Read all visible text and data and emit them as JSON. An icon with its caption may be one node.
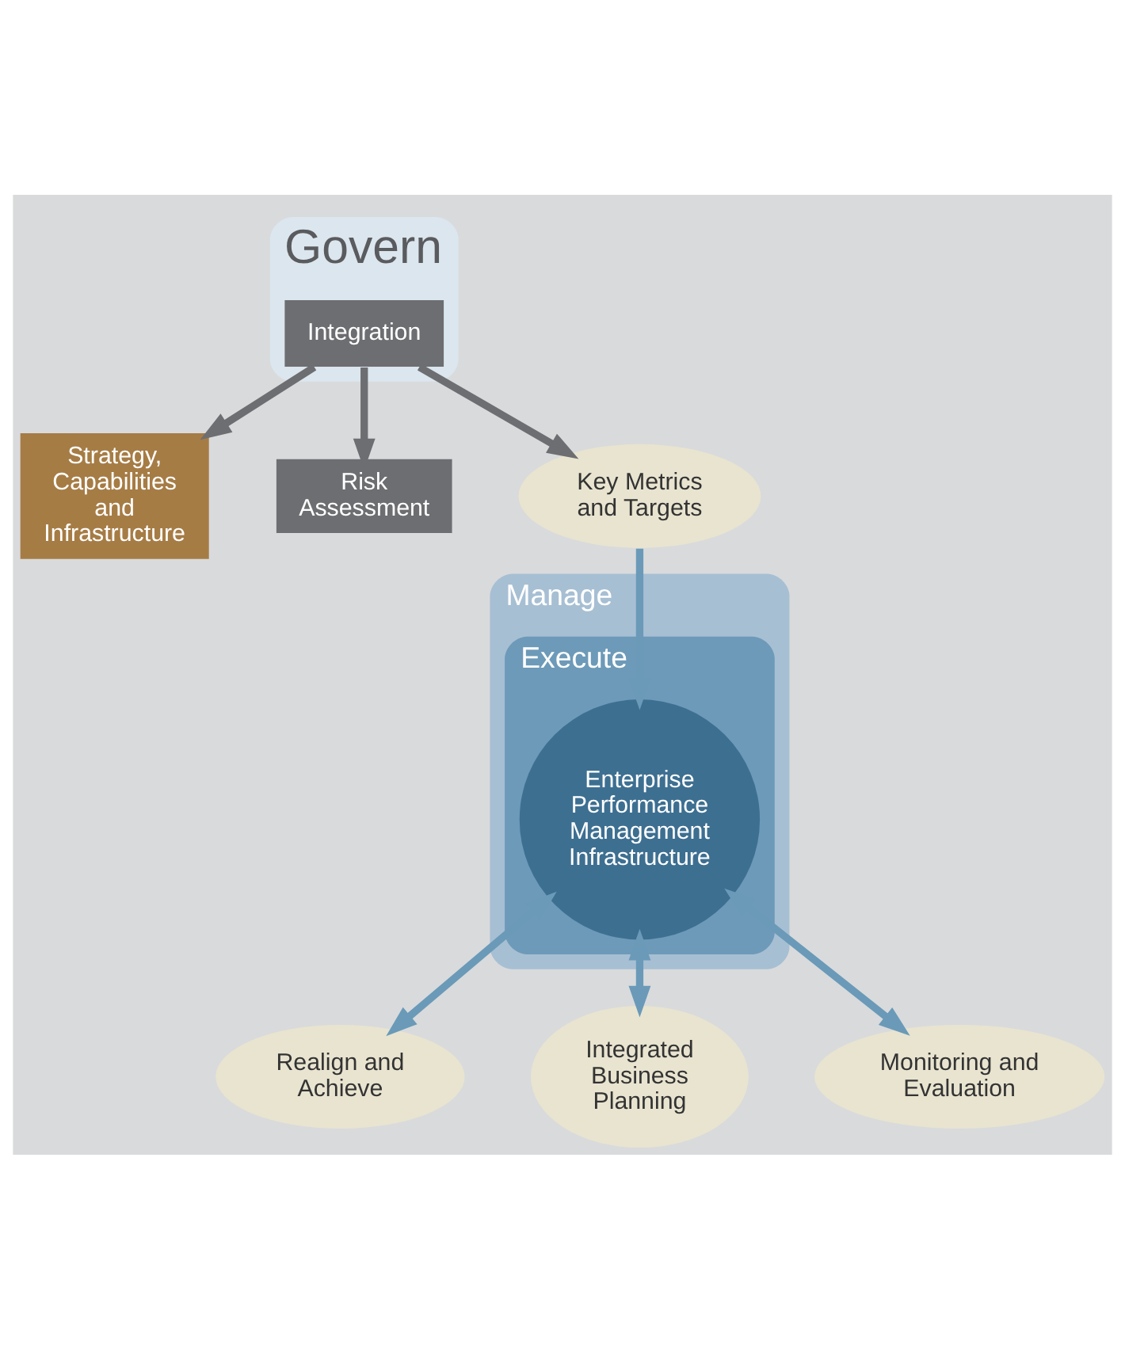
{
  "diagram": {
    "nodes": [
      {
        "text": [
          "Govern"
        ]
      },
      {
        "text": [
          "Strategy, Capabilities and Infrastructure"
        ]
      },
      {
        "text": [
          "Integration"
        ],
        "in": 0
      },
      {
        "text": [
          "Risk Assessment"
        ]
      },
      {
        "text": [
          "Key Metrics and Targets"
        ]
      },
      {
        "text": [
          "Manage"
        ]
      },
      {
        "text": [
          "Execute"
        ],
        "in": 5
      },
      {
        "text": [
          "Enterprise Performance Management Infrastructure"
        ],
        "in": 6
      },
      {
        "text": [
          "Realign and Achieve"
        ]
      },
      {
        "text": [
          "Integrated Business Planning"
        ]
      },
      {
        "text": [
          "Monitoring and Evaluation"
        ]
      }
    ],
    "edges": [
      {
        "from": 2,
        "to": 1,
        "arrow": "to",
        "color": "#6d6e71"
      },
      {
        "from": 2,
        "to": 3,
        "arrow": "to",
        "color": "#6d6e71"
      },
      {
        "from": 2,
        "to": 4,
        "arrow": "to",
        "color": "#6d6e71"
      },
      {
        "from": 4,
        "to": 7,
        "arrow": "to"
      },
      {
        "from": 7,
        "to": 8,
        "arrow": "both"
      },
      {
        "from": 7,
        "to": 9,
        "arrow": "both"
      },
      {
        "from": 7,
        "to": 10,
        "arrow": "both"
      }
    ]
  }
}
